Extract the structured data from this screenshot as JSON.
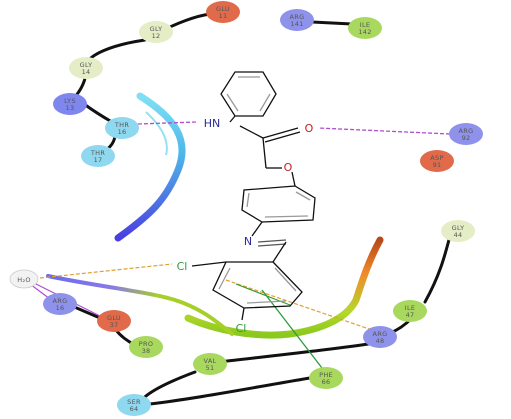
{
  "residues": [
    {
      "id": "glu11",
      "label1": "GLU",
      "label2": "11",
      "color": "#e06a4a"
    },
    {
      "id": "gly12",
      "label1": "GLY",
      "label2": "12",
      "color": "#e4edc6"
    },
    {
      "id": "arg141",
      "label1": "ARG",
      "label2": "141",
      "color": "#8f92ea"
    },
    {
      "id": "ile142",
      "label1": "ILE",
      "label2": "142",
      "color": "#a9d85e"
    },
    {
      "id": "gly14",
      "label1": "GLY",
      "label2": "14",
      "color": "#e4edc6"
    },
    {
      "id": "lys13",
      "label1": "LYS",
      "label2": "13",
      "color": "#7f86ee"
    },
    {
      "id": "thr16",
      "label1": "THR",
      "label2": "16",
      "color": "#8ed8f0"
    },
    {
      "id": "thr17",
      "label1": "THR",
      "label2": "17",
      "color": "#8ed8f0"
    },
    {
      "id": "arg92",
      "label1": "ARG",
      "label2": "92",
      "color": "#8f92ea"
    },
    {
      "id": "asp91",
      "label1": "ASP",
      "label2": "91",
      "color": "#e06a4a"
    },
    {
      "id": "gly44",
      "label1": "GLY",
      "label2": "44",
      "color": "#e4edc6"
    },
    {
      "id": "h2o",
      "label1": "H₂O",
      "label2": "",
      "color": "#f2f2f2"
    },
    {
      "id": "arg16",
      "label1": "ARG",
      "label2": "16",
      "color": "#8f92ea"
    },
    {
      "id": "glu37",
      "label1": "GLU",
      "label2": "37",
      "color": "#e06a4a"
    },
    {
      "id": "pro38",
      "label1": "PRO",
      "label2": "38",
      "color": "#a9d85e"
    },
    {
      "id": "ile47",
      "label1": "ILE",
      "label2": "47",
      "color": "#a9d85e"
    },
    {
      "id": "arg48",
      "label1": "ARG",
      "label2": "48",
      "color": "#8f92ea"
    },
    {
      "id": "val51",
      "label1": "VAL",
      "label2": "51",
      "color": "#a9d85e"
    },
    {
      "id": "phe66",
      "label1": "PHE",
      "label2": "66",
      "color": "#a9d85e"
    },
    {
      "id": "ser64",
      "label1": "SER",
      "label2": "64",
      "color": "#8ed8f0"
    }
  ],
  "atoms": {
    "hn": "HN",
    "o_carbonyl": "O",
    "o_ether": "O",
    "n_imine": "N",
    "cl_upper": "Cl",
    "cl_lower": "Cl"
  },
  "colors": {
    "hbond_sidechain": "#b04dd0",
    "hbond_water": "#e0a030",
    "pi_stack": "#2e9a3a",
    "backbone": "#111111",
    "ribbon_cyan": "#57c6e6",
    "ribbon_blue": "#5a5ae6",
    "ribbon_orange": "#e67a2a",
    "ribbon_green": "#9ccd2a"
  }
}
